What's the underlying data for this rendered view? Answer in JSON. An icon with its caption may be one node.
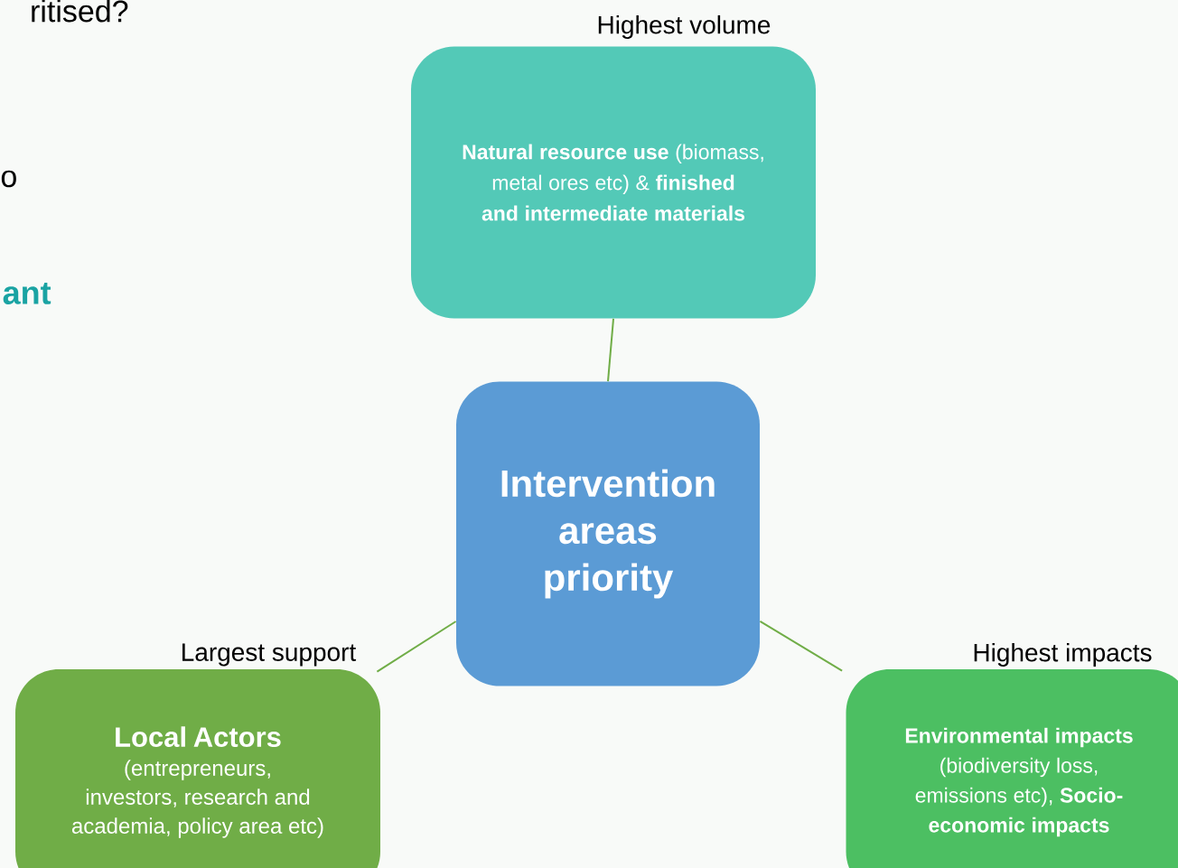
{
  "diagram": {
    "nodes": [
      {
        "text": [
          "Intervention areas priority"
        ]
      },
      {
        "text": [
          "**Natural resource use** (biomass, metal ores etc) & **finished and intermediate materials**"
        ],
        "beside": [
          "Highest volume"
        ]
      },
      {
        "text": [
          "Local Actors",
          "(entrepreneurs, investors, research and academia, policy area etc)"
        ],
        "beside": [
          "Largest support"
        ]
      },
      {
        "text": [
          "**Environmental impacts** (biodiversity loss, emissions etc), **Socio-economic impacts**"
        ],
        "beside": [
          "Highest impacts"
        ]
      }
    ],
    "edges": [
      {
        "from": 0,
        "to": 1,
        "arrow": "none"
      },
      {
        "from": 0,
        "to": 2,
        "arrow": "none"
      },
      {
        "from": 0,
        "to": 3,
        "arrow": "none"
      }
    ],
    "labels": [
      "ritised?",
      "o",
      "ant"
    ]
  }
}
